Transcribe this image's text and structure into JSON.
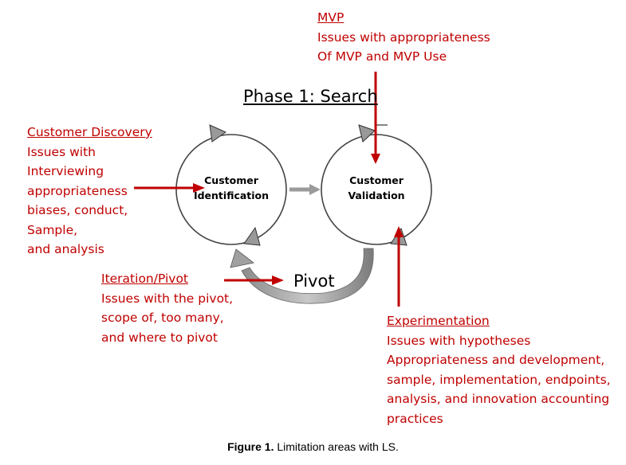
{
  "phase_title": "Phase 1: Search",
  "nodes": {
    "identification": [
      "Customer",
      "Identification"
    ],
    "validation": [
      "Customer",
      "Validation"
    ]
  },
  "pivot_label": "Pivot",
  "annotations": {
    "mvp": {
      "heading": "MVP",
      "lines": [
        "Issues with appropriateness",
        "Of MVP and MVP Use"
      ]
    },
    "customer_discovery": {
      "heading": "Customer Discovery",
      "lines": [
        "Issues with",
        "Interviewing",
        "appropriateness",
        "biases, conduct,",
        "Sample,",
        "and analysis"
      ]
    },
    "iteration_pivot": {
      "heading": "Iteration/Pivot",
      "lines": [
        "Issues with the pivot,",
        "scope of, too many,",
        "and where to pivot"
      ]
    },
    "experimentation": {
      "heading": "Experimentation",
      "lines": [
        "Issues with hypotheses",
        "Appropriateness and development,",
        "sample, implementation, endpoints,",
        "analysis, and innovation accounting",
        "practices"
      ]
    }
  },
  "caption": {
    "label": "Figure  1.",
    "text": "Limitation areas with LS."
  },
  "colors": {
    "annotation": "#c00000",
    "arrow_gray": "#999999",
    "circle": "#444444"
  }
}
